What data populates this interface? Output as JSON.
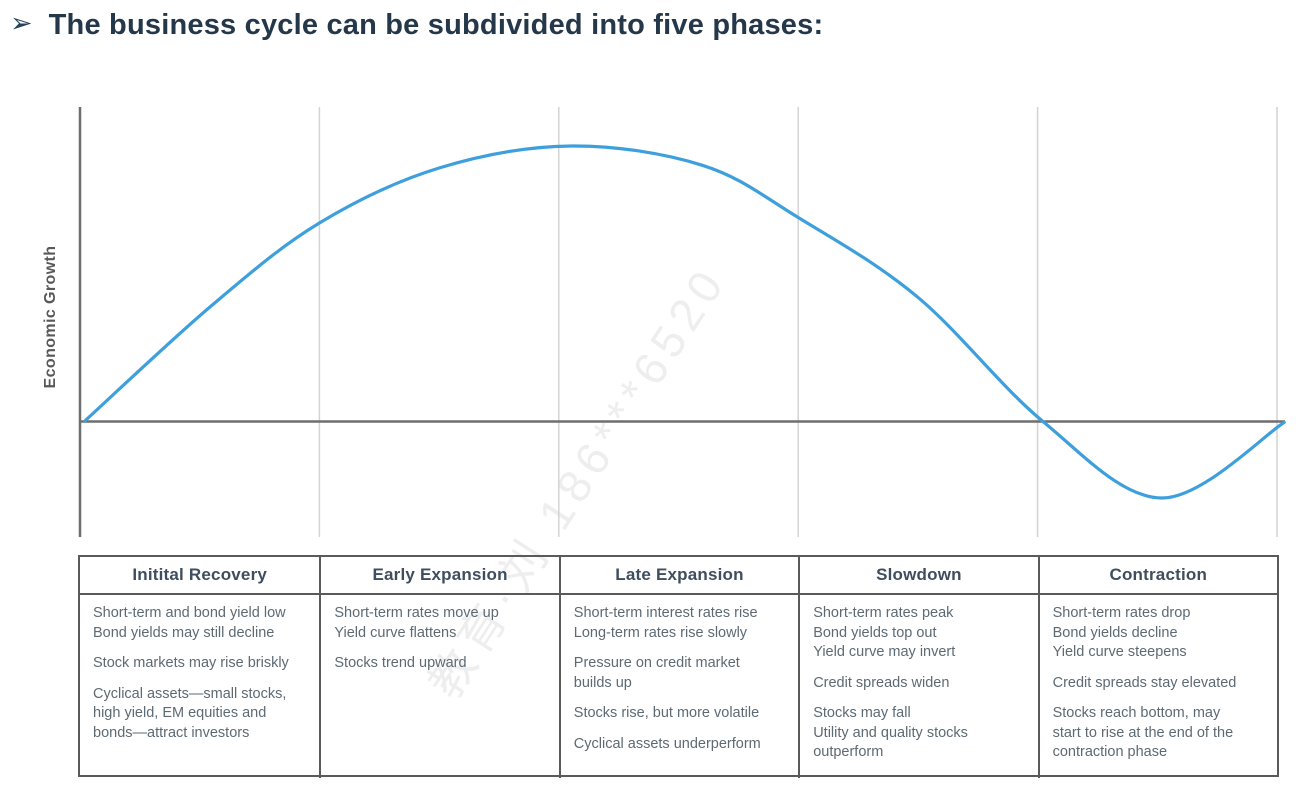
{
  "page": {
    "title": {
      "bullet": "➢",
      "text": "The business cycle can be subdivided into five phases:"
    }
  },
  "chart": {
    "ylabel": "Economic Growth"
  },
  "chart_data": {
    "type": "line",
    "title": "",
    "xlabel": "",
    "ylabel": "Economic Growth",
    "grid": "vertical gridlines at each phase boundary",
    "legend": "none",
    "x_axis": {
      "unit": "business-cycle phase boundaries (0–5)",
      "range": [
        0,
        5.05
      ],
      "gridlines_at": [
        1,
        2,
        3,
        4,
        5
      ],
      "tick_labels": "none"
    },
    "y_axis": {
      "baseline": 0,
      "range": [
        -0.45,
        1.15
      ],
      "tick_labels": "none (qualitative growth level)"
    },
    "phases": [
      "Initital Recovery",
      "Early Expansion",
      "Late Expansion",
      "Slowdown",
      "Contraction"
    ],
    "series": [
      {
        "name": "Economic Growth",
        "color": "#3da0dc",
        "points": [
          [
            0.02,
            0
          ],
          [
            0.55,
            0.42
          ],
          [
            1.0,
            0.72
          ],
          [
            1.5,
            0.92
          ],
          [
            2.05,
            1.0
          ],
          [
            2.6,
            0.93
          ],
          [
            3.0,
            0.74
          ],
          [
            3.5,
            0.45
          ],
          [
            4.02,
            0.0
          ],
          [
            4.52,
            -0.28
          ],
          [
            5.03,
            -0.005
          ]
        ],
        "notes": "starts at baseline, peaks near the Early/Late Expansion boundary, crosses baseline at the Slowdown/Contraction boundary, shallow trough in Contraction, recovering to baseline at far right"
      }
    ]
  },
  "table": {
    "phases": [
      {
        "title": "Initital Recovery",
        "paragraphs": [
          [
            "Short-term and bond yield low",
            "Bond yields may still decline"
          ],
          [
            "Stock markets may rise briskly"
          ],
          [
            "Cyclical assets—small stocks,",
            "high yield, EM equities and",
            "bonds—attract investors"
          ]
        ]
      },
      {
        "title": "Early Expansion",
        "paragraphs": [
          [
            "Short-term rates move up",
            "Yield curve flattens"
          ],
          [
            "Stocks trend upward"
          ]
        ]
      },
      {
        "title": "Late Expansion",
        "paragraphs": [
          [
            "Short-term interest rates rise",
            "Long-term rates rise slowly"
          ],
          [
            "Pressure on credit market",
            "builds up"
          ],
          [
            "Stocks rise, but more volatile"
          ],
          [
            "Cyclical assets underperform"
          ]
        ]
      },
      {
        "title": "Slowdown",
        "paragraphs": [
          [
            "Short-term rates peak",
            "Bond yields top out",
            "Yield curve may invert"
          ],
          [
            "Credit spreads widen"
          ],
          [
            "Stocks may fall",
            "Utility and quality stocks",
            "outperform"
          ]
        ]
      },
      {
        "title": "Contraction",
        "paragraphs": [
          [
            "Short-term rates drop",
            "Bond yields decline",
            "Yield curve steepens"
          ],
          [
            "Credit spreads stay elevated"
          ],
          [
            "Stocks reach bottom, may",
            "start to rise at the end of the",
            "contraction phase"
          ]
        ]
      }
    ]
  },
  "watermark": {
    "text": "教育·刘 186***6520"
  },
  "colors": {
    "curve_blue": "#3da0dc",
    "axis_gray": "#6e6e6e",
    "grid_gray": "#d4d4d4",
    "table_border_gray": "#5a5a5a",
    "title_navy": "#24384a",
    "header_slate": "#3e4e5e",
    "body_text_gray": "#5d6a74"
  }
}
